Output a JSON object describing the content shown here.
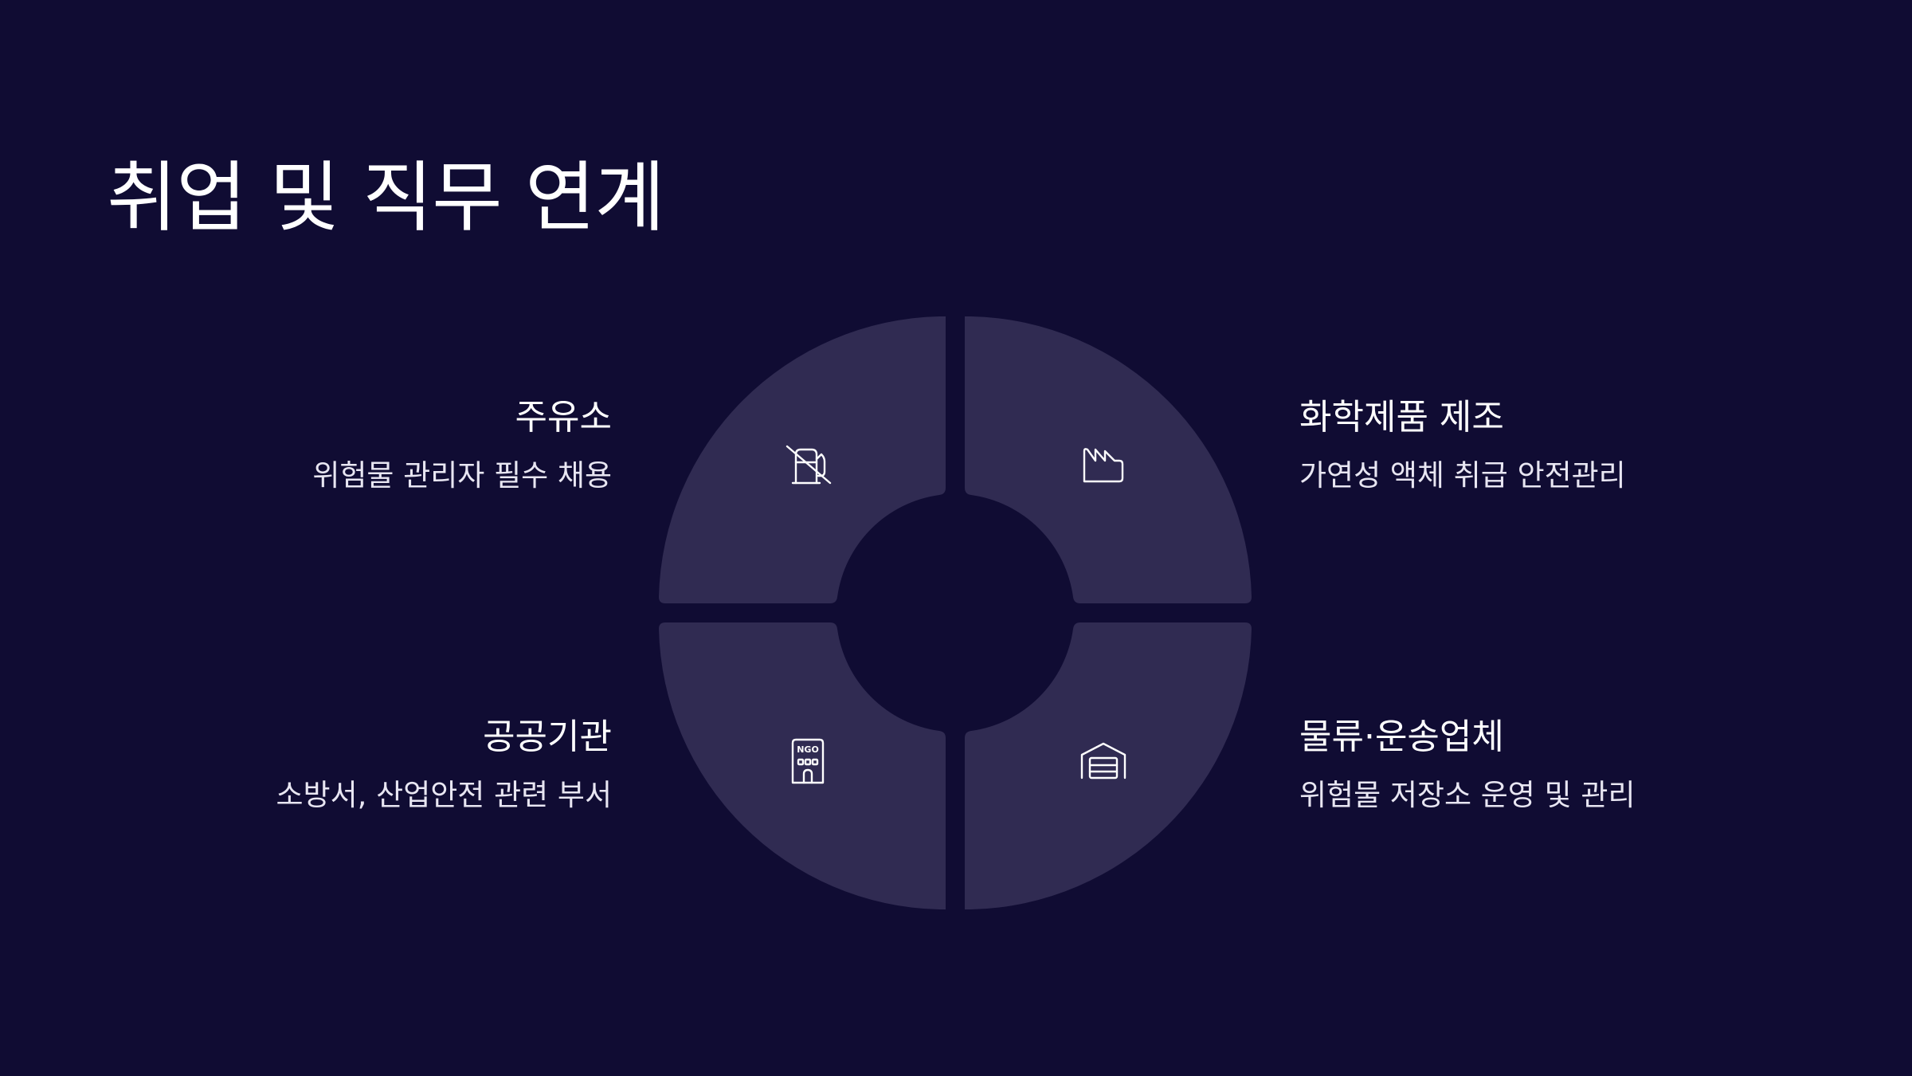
{
  "title": "취업 및 직무 연계",
  "colors": {
    "background": "#100c33",
    "segment": "#302b52",
    "text": "#ffffff"
  },
  "segments": [
    {
      "id": "top-left",
      "title": "주유소",
      "description": "위험물 관리자 필수 채용",
      "icon": "fuel-station-off-icon"
    },
    {
      "id": "top-right",
      "title": "화학제품 제조",
      "description": "가연성 액체 취급 안전관리",
      "icon": "factory-icon"
    },
    {
      "id": "bottom-left",
      "title": "공공기관",
      "description": "소방서, 산업안전 관련 부서",
      "icon": "ngo-building-icon"
    },
    {
      "id": "bottom-right",
      "title": "물류·운송업체",
      "description": "위험물 저장소 운영 및 관리",
      "icon": "warehouse-icon"
    }
  ],
  "icon_labels": {
    "ngo": "NGO"
  }
}
